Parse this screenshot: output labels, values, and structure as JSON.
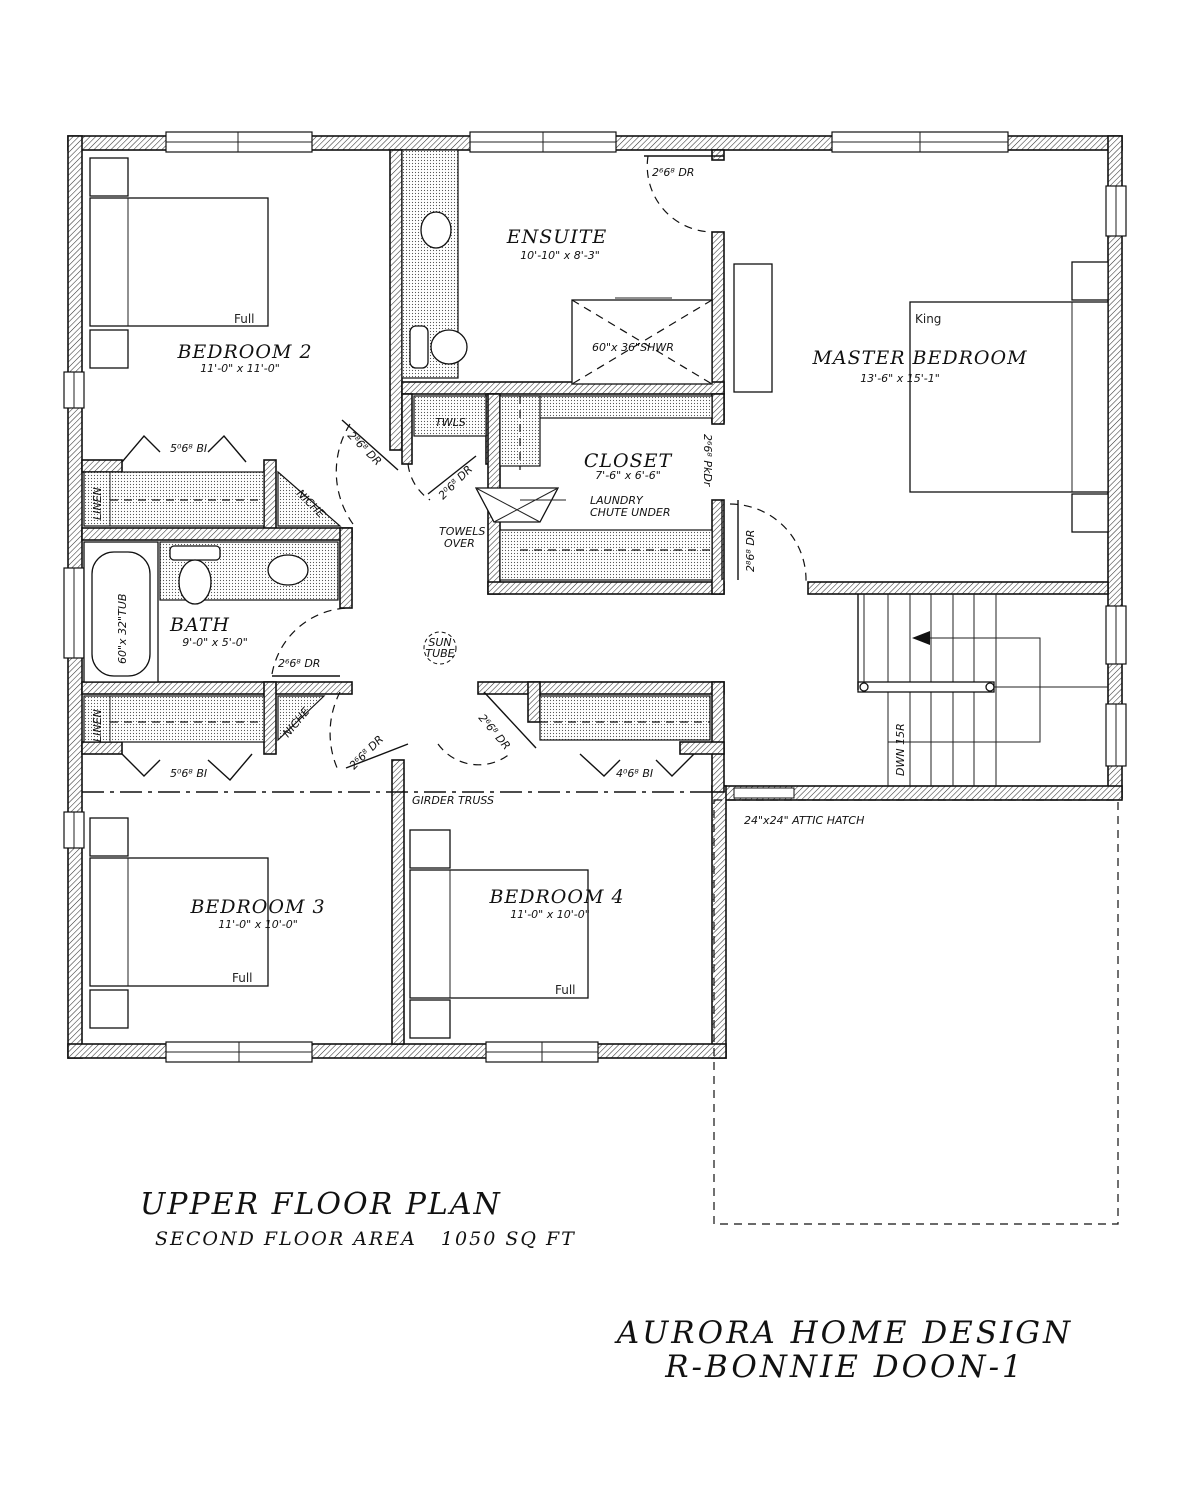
{
  "plan": {
    "title": "UPPER FLOOR PLAN",
    "subtitle": "SECOND FLOOR AREA   1050 SQ FT",
    "company": "AURORA HOME DESIGN",
    "model": "R-BONNIE DOON-1"
  },
  "rooms": {
    "bedroom2": {
      "name": "BEDROOM 2",
      "size": "11'-0\" x 11'-0\"",
      "bed": "Full"
    },
    "ensuite": {
      "name": "ENSUITE",
      "size": "10'-10\" x 8'-3\""
    },
    "master": {
      "name": "MASTER  BEDROOM",
      "size": "13'-6\" x 15'-1\"",
      "bed": "King"
    },
    "closet": {
      "name": "CLOSET",
      "size": "7'-6\" x 6'-6\""
    },
    "bath": {
      "name": "BATH",
      "size": "9'-0\" x 5'-0\""
    },
    "bedroom3": {
      "name": "BEDROOM 3",
      "size": "11'-0\" x 10'-0\"",
      "bed": "Full"
    },
    "bedroom4": {
      "name": "BEDROOM 4",
      "size": "11'-0\" x 10'-0\"",
      "bed": "Full"
    }
  },
  "labels": {
    "shower": "60\"x 36\"SHWR",
    "tub": "60\"x 32\"TUB",
    "twls": "TWLS",
    "linen_upper": "LINEN",
    "linen_lower": "LINEN",
    "niche_upper": "NICHE",
    "niche_lower": "NICHE",
    "laundry_chute_1": "LAUNDRY",
    "laundry_chute_2": "CHUTE UNDER",
    "towels_over_1": "TOWELS",
    "towels_over_2": "OVER",
    "sun_tube_1": "SUN",
    "sun_tube_2": "TUBE",
    "girder_truss": "GIRDER TRUSS",
    "attic_hatch": "24\"x24\"  ATTIC HATCH",
    "stairs": "DWN  15R"
  },
  "doors": {
    "ensuite_dr": "2⁶6⁸ DR",
    "bed2_dr": "2⁸6⁸ DR",
    "twls_dr": "2⁰6⁸ DR",
    "closet_pkdr": "2⁶6⁸ PkDr",
    "master_dr": "2⁸6⁸ DR",
    "bath_dr": "2⁶6⁸ DR",
    "bed3_dr": "2⁶6⁸ DR",
    "bed4_dr": "2⁶6⁸ DR",
    "bifold_bed2": "5⁰6⁸ BI",
    "bifold_bed3": "5⁰6⁸ BI",
    "bifold_bed4": "4⁰6⁸ BI"
  },
  "colors": {
    "line": "#111111",
    "background": "#ffffff"
  }
}
